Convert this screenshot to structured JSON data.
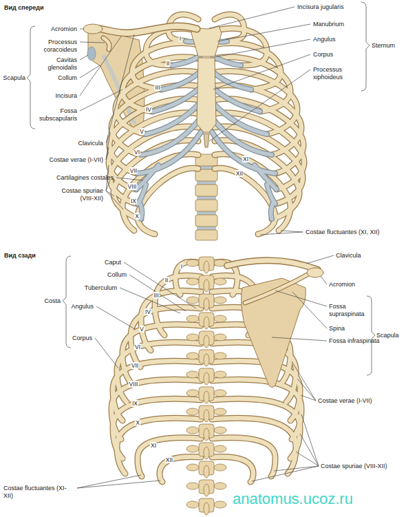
{
  "diagram": {
    "labels": [
      "Вид спереди",
      "Acromion",
      "Processus coracoideus",
      "Cavitas glenoidalis",
      "Collum",
      "Incisura",
      "Fossa subscapularis",
      "Scapula",
      "Clavicula",
      "Costae verae (I-VII)",
      "Cartilagines costales",
      "Costae spuriae (VIII-XII)",
      "I",
      "II",
      "III",
      "IV",
      "V",
      "VI",
      "VII",
      "VIII",
      "IX",
      "X",
      "XI",
      "XII",
      "Incisura jugularis",
      "Manubrium",
      "Angulus",
      "Corpus",
      "Processus xiphoideus",
      "Sternum",
      "Costae fluctuantes (XI, XII)",
      "Вид сзади",
      "Costa",
      "Caput",
      "Collum",
      "Tuberculum",
      "Angulus",
      "Corpus",
      "I",
      "II",
      "III",
      "IV",
      "V",
      "VI",
      "VII",
      "VIII",
      "IX",
      "X",
      "XI",
      "XII",
      "Clavicula",
      "Acromion",
      "Fossa supraspinata",
      "Spina",
      "Fossa infraspinata",
      "Scapula",
      "Costae verae (I-VII)",
      "Costae spuriae (VIII-XII)",
      "Costae fluctuantes (XI- XII)",
      "anatomus.ucoz.ru"
    ]
  }
}
